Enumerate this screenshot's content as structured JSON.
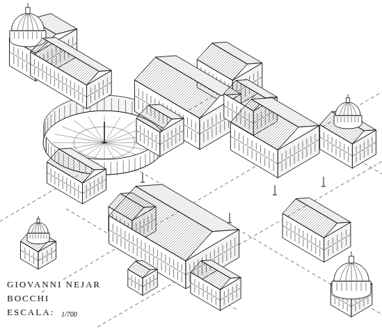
{
  "diagram": {
    "labels": [
      "GIOVANNI NEJAR",
      "BOCCHI",
      "ESCALA:",
      "1/700"
    ]
  }
}
